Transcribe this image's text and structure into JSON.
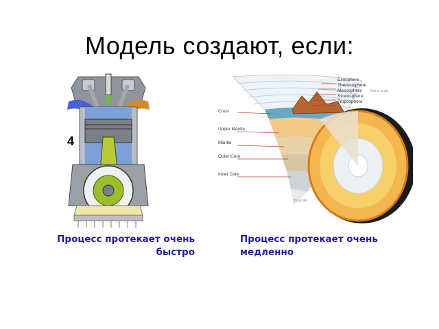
{
  "slide": {
    "title": "Модель создают, если:"
  },
  "engine": {
    "stroke_number": "4"
  },
  "earth": {
    "atmosphere_layers": [
      "Exosphere",
      "Thermosphere",
      "Mesosphere",
      "Stratosphere",
      "Troposphere"
    ],
    "interior_layers": [
      "Crust",
      "Upper Mantle",
      "Mantle",
      "Outer Core",
      "Inner Core"
    ],
    "not_to_scale": "Not to scale",
    "to_scale": "To scale"
  },
  "captions": {
    "left": {
      "line1": "Процесс протекает очень",
      "line2": "быстро"
    },
    "right": {
      "line1": "Процесс протекает очень",
      "line2": "медленно"
    }
  }
}
